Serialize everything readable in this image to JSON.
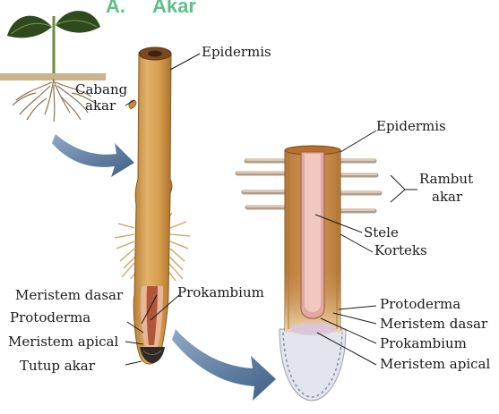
{
  "title": {
    "letter": "A.",
    "text": "Akar"
  },
  "left_root": {
    "epidermis": "Epidermis",
    "cabang_line1": "Cabang",
    "cabang_line2": "akar",
    "meristem_dasar": "Meristem dasar",
    "protoderma": "Protoderma",
    "meristem_apical": "Meristem apical",
    "tutup_akar": "Tutup akar",
    "prokambium": "Prokambium"
  },
  "right_root": {
    "epidermis": "Epidermis",
    "rambut_line1": "Rambut",
    "rambut_line2": "akar",
    "stele": "Stele",
    "korteks": "Korteks",
    "protoderma": "Protoderma",
    "meristem_dasar": "Meristem dasar",
    "prokambium": "Prokambium",
    "meristem_apical": "Meristem apical"
  },
  "colors": {
    "root_tan": "#d7a257",
    "root_dark": "#b07a2e",
    "stele": "#e2b88c",
    "cortex": "#c98d4b",
    "cap": "#dfe2ea",
    "arrow": "#4f6f95",
    "title": "#5fbf8a"
  }
}
